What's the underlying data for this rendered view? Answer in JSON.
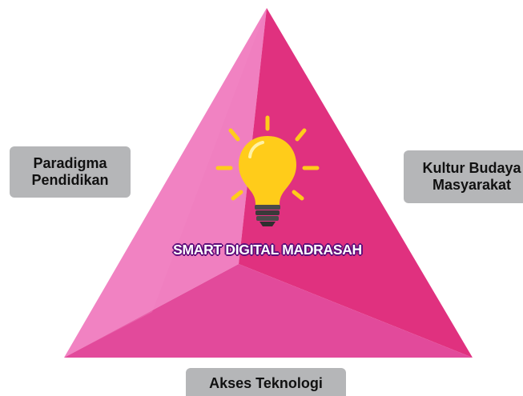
{
  "diagram": {
    "center_label": "SMART DIGITAL MADRASAH",
    "left_label_line1": "Paradigma",
    "left_label_line2": "Pendidikan",
    "right_label_line1": "Kultur Budaya",
    "right_label_line2": "Masyarakat",
    "bottom_label": "Akses Teknologi"
  },
  "colors": {
    "face_left": "#f07fc0",
    "face_right": "#e0317f",
    "face_bottom": "#e24a9b",
    "label_box": "#b5b6b8",
    "bulb_yellow": "#ffcc1a",
    "title_outline": "#5e0e7a"
  },
  "icons": {
    "center": "lightbulb-icon"
  }
}
